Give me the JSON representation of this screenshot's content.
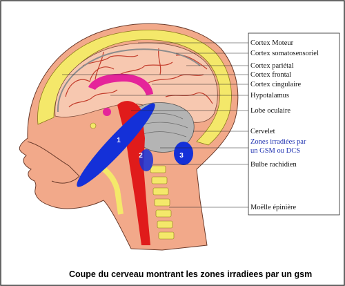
{
  "labels": [
    "Cortex Moteur",
    "Cortex somatosensoriel",
    "Cortex pariétal",
    "Cortex frontal",
    "Cortex cingulaire",
    "Hypotalamus",
    "Lobe oculaire",
    "Cervelet",
    "Zones irradiées par",
    "un GSM ou DCS",
    "Bulbe rachidien",
    "Moëlle épinière"
  ],
  "zones": [
    "1",
    "2",
    "3"
  ],
  "caption": "Coupe du cerveau montrant les zones irradiees par un gsm",
  "colors": {
    "skin": "#f2a98a",
    "skull": "#f4e86a",
    "brain": "#f7c8b0",
    "vessel": "#d23a2a",
    "cerebellum": "#b4b4b4",
    "spinal_cord": "#e01b1b",
    "cingulate": "#e5249a",
    "zone": "#1430d8",
    "label_blue": "#1c2fb0"
  }
}
